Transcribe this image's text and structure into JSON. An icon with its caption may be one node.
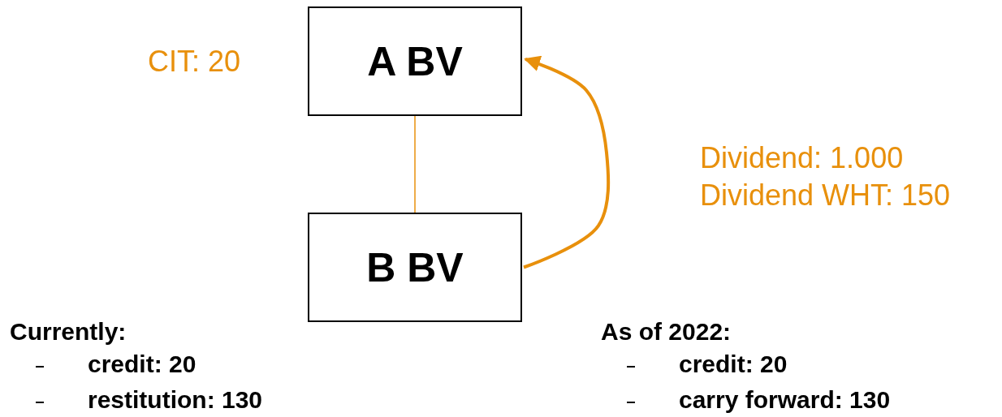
{
  "diagram": {
    "nodes": [
      {
        "text": [
          "A BV"
        ],
        "beside": [
          "CIT: 20"
        ]
      },
      {
        "text": [
          "B BV"
        ]
      }
    ],
    "edges": [
      {
        "from": 0,
        "to": 1,
        "arrow": "none"
      },
      {
        "from": 1,
        "to": 0,
        "arrow": "to",
        "style": "thick",
        "label": "Dividend: 1.000 Dividend WHT: 150"
      }
    ],
    "labels": [
      "Currently:",
      "credit: 20",
      "restitution: 130",
      "As of 2022:",
      "credit: 20",
      "carry forward: 130"
    ]
  }
}
